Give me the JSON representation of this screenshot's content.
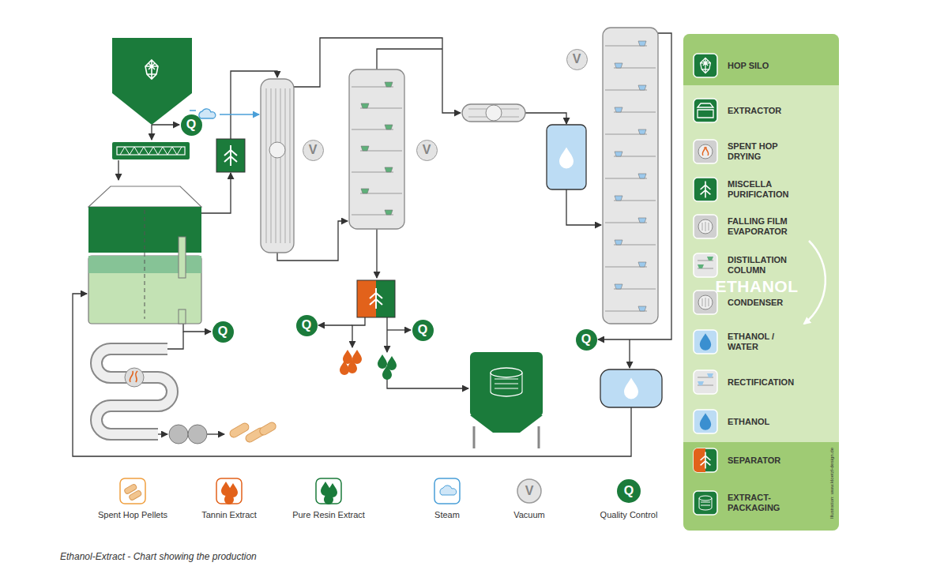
{
  "diagram": {
    "caption": "Ethanol-Extract - Chart showing the production",
    "nodes": [
      {
        "text": [
          "V"
        ]
      },
      {
        "text": [
          "Q"
        ]
      },
      {
        "text": [
          "V"
        ]
      },
      {
        "text": [
          "V"
        ]
      },
      {
        "text": [
          "Q"
        ]
      },
      {
        "text": [
          "Q"
        ]
      },
      {
        "text": [
          "Q"
        ]
      },
      {
        "text": [
          "Q"
        ]
      }
    ],
    "labels": [
      "ETHANOL",
      "Illustration: www.kloetzl-design.de",
      "V",
      "Q"
    ],
    "legend": [
      {
        "text": "HOP SILO"
      },
      {
        "text": "EXTRACTOR"
      },
      {
        "text": "SPENT HOP DRYING"
      },
      {
        "text": "MISCELLA PURIFICATION"
      },
      {
        "text": "FALLING FILM EVAPORATOR"
      },
      {
        "text": "DISTILLATION COLUMN"
      },
      {
        "text": "CONDENSER"
      },
      {
        "text": "ETHANOL / WATER"
      },
      {
        "text": "RECTIFICATION"
      },
      {
        "text": "ETHANOL"
      },
      {
        "text": "SEPARATOR"
      },
      {
        "text": "EXTRACT-PACKAGING"
      },
      {
        "text": "Spent Hop Pellets"
      },
      {
        "text": "Tannin Extract"
      },
      {
        "text": "Pure Resin Extract"
      },
      {
        "text": "Steam"
      },
      {
        "text": "Vacuum"
      },
      {
        "text": "Quality Control"
      }
    ]
  }
}
